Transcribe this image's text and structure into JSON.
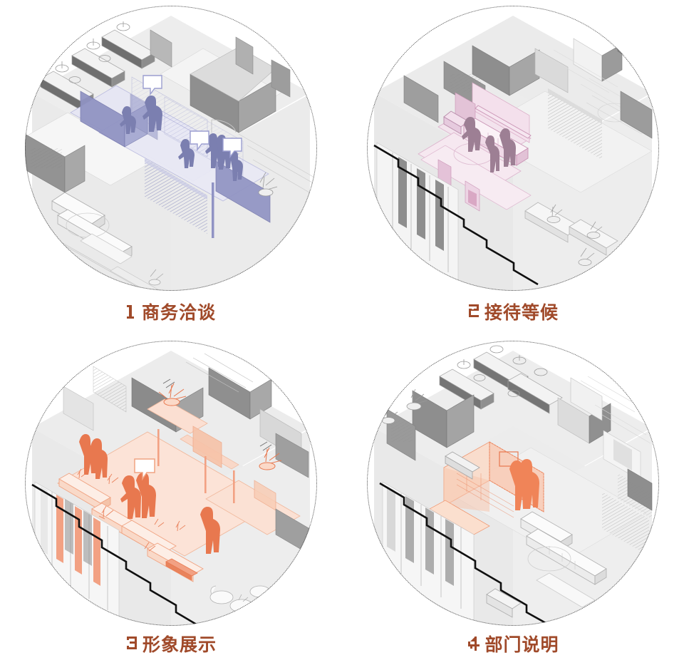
{
  "diagram": {
    "title": "Office Space Function Zoning Isometric Vignettes",
    "layout": "2x2 grid of circular isometric cutaway floor plans",
    "background_color": "#ffffff",
    "frame": {
      "shape": "circle",
      "border_style": "dotted",
      "border_color": "#4a4a4a"
    },
    "caption_color": "#a04a2a",
    "base_palette": {
      "floor_light": "#ededed",
      "floor_white": "#f7f7f7",
      "wall_face_dark": "#8e8e8e",
      "wall_face_mid": "#b4b4b4",
      "wall_face_light": "#d8d8d8",
      "outline_gray": "#9a9a9a",
      "outline_black": "#101010",
      "furniture_line": "#b9b9b9"
    }
  },
  "panels": [
    {
      "id": "panel-1",
      "number": "1",
      "label": "商务洽谈",
      "label_full": "1 商务洽谈",
      "function": "business-negotiation",
      "accent": {
        "name": "periwinkle",
        "figure": "#7b7fb0",
        "zone_fill": "#e6e6f3",
        "zone_edge": "#8c8fc0",
        "panel_solid": "#8f92c2",
        "hatch": "#9b9ed0"
      },
      "highlight_description": "Central meeting band with seated figures, glazed partitions and speech bubbles",
      "figures": 6,
      "speech_bubbles": 3,
      "features": [
        "workstations",
        "sofa-lounge",
        "glass-partition",
        "louvre-screen",
        "potted-plant",
        "door-swing"
      ]
    },
    {
      "id": "panel-2",
      "number": "2",
      "label": "接待等候",
      "label_full": "2 接待等候",
      "function": "reception-waiting",
      "accent": {
        "name": "mauve-pink",
        "figure": "#9d7f94",
        "zone_fill": "#f3e3ed",
        "zone_edge": "#d9a8c4",
        "panel_solid": "#d9a5c0",
        "hatch": "#c993b4"
      },
      "highlight_description": "Reception lounge with sofa, coffee table and standing visitors",
      "figures": 3,
      "speech_bubbles": 0,
      "features": [
        "reception-sofa",
        "round-rug",
        "armchair",
        "facade-wall",
        "louvre-screen",
        "planting"
      ]
    },
    {
      "id": "panel-3",
      "number": "3",
      "label": "形象展示",
      "label_full": "3 形象展示",
      "function": "brand-image-display",
      "accent": {
        "name": "coral",
        "figure": "#e8784f",
        "zone_fill": "#fce3d7",
        "zone_edge": "#f0a382",
        "panel_solid": "#f3aa8a",
        "hatch": "#ef9b76"
      },
      "highlight_description": "Long display corridor spanning the plan with groups of visitors and plants",
      "figures": 5,
      "speech_bubbles": 1,
      "features": [
        "display-corridor",
        "exhibit-plinths",
        "planting",
        "bench",
        "facade-mullions",
        "lounge-chairs"
      ]
    },
    {
      "id": "panel-4",
      "number": "4",
      "label": "部门说明",
      "label_full": "4 部门说明",
      "function": "department-briefing",
      "accent": {
        "name": "orange",
        "figure": "#f08458",
        "zone_fill": "#f9cdb8",
        "zone_edge": "#ef8c62",
        "panel_solid": "#f29a71",
        "hatch": "#f0a07c"
      },
      "highlight_description": "Small briefing room volume with two figures presenting at a display board",
      "figures": 2,
      "speech_bubbles": 0,
      "features": [
        "briefing-room",
        "display-board",
        "open-office",
        "sofa-lounge",
        "storage-wall",
        "planting"
      ]
    }
  ]
}
